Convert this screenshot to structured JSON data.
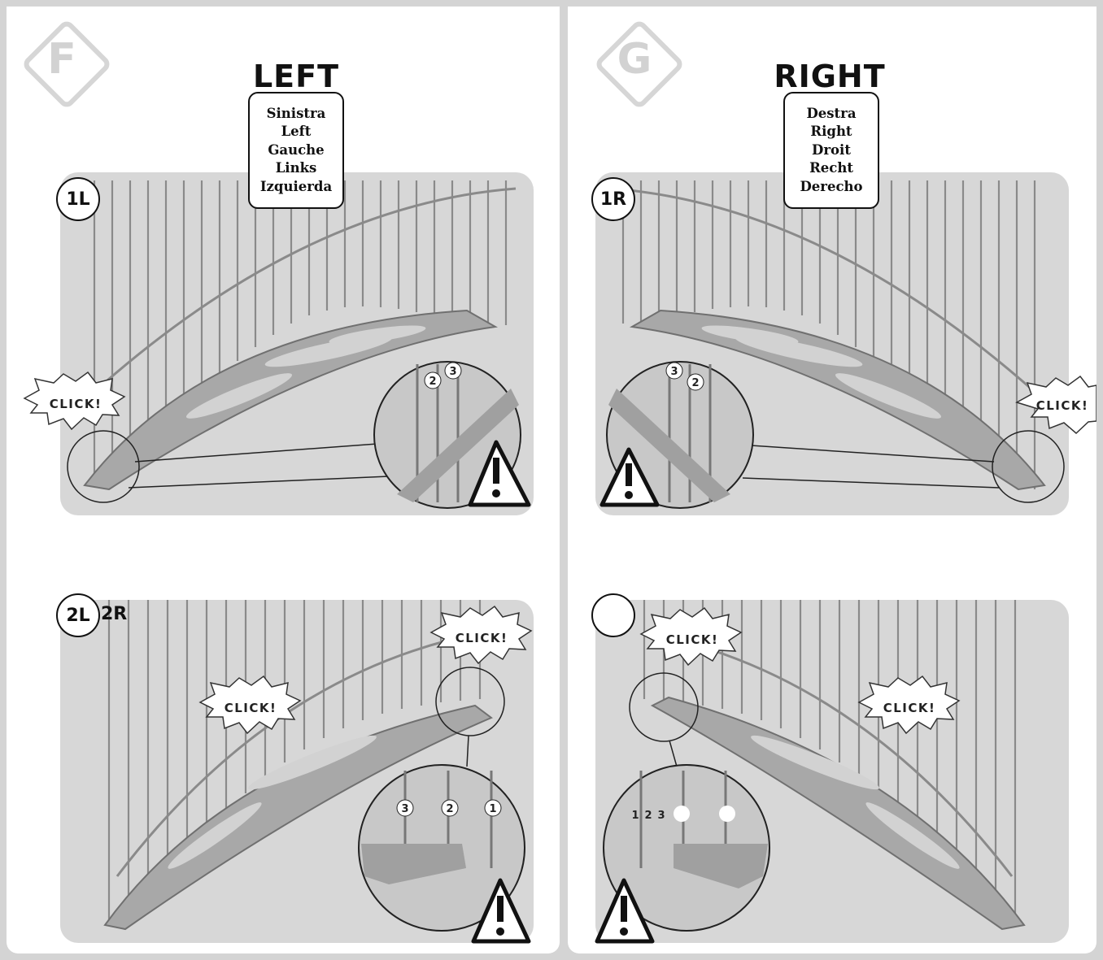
{
  "left": {
    "letter": "F",
    "heading": "LEFT",
    "languages": [
      "Sinistra",
      "Left",
      "Gauche",
      "Links",
      "Izquierda"
    ],
    "step1": "1L",
    "step2": "2L",
    "step2_extra": "2R",
    "step1_numbers": [
      "2",
      "3"
    ],
    "step2_numbers": [
      "3",
      "2",
      "1"
    ]
  },
  "right": {
    "letter": "G",
    "heading": "RIGHT",
    "languages": [
      "Destra",
      "Right",
      "Droit",
      "Recht",
      "Derecho"
    ],
    "step1": "1R",
    "step2": "",
    "step1_numbers": [
      "3",
      "2"
    ],
    "step2_numbers": [
      "1",
      "2",
      "3"
    ]
  },
  "click_label": "CLICK!"
}
